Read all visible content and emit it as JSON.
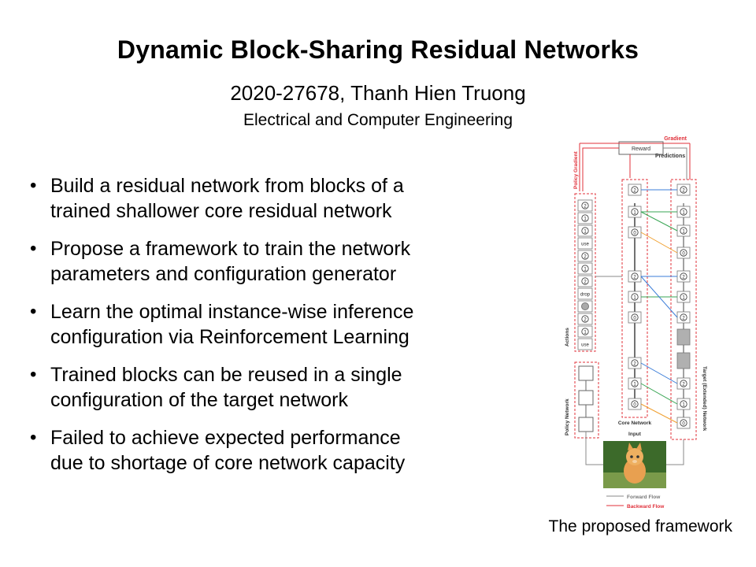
{
  "slide": {
    "title": "Dynamic Block-Sharing Residual Networks",
    "author": "2020-27678, Thanh Hien Truong",
    "department": "Electrical and Computer Engineering",
    "bullets": [
      {
        "line1": "Build a residual network from blocks of a",
        "line2": "trained shallower core residual network"
      },
      {
        "line1": "Propose a framework to train the network",
        "line2": "parameters and configuration generator"
      },
      {
        "line1": "Learn the optimal instance-wise inference",
        "line2": "configuration via Reinforcement Learning"
      },
      {
        "line1": "Trained blocks can be reused in a single",
        "line2": "configuration of the target network"
      },
      {
        "line1": "Failed to achieve expected performance",
        "line2": "due to shortage of core network capacity"
      }
    ],
    "caption": "The proposed framework"
  },
  "figure": {
    "gradient": "Gradient",
    "reward": "Reward",
    "predictions": "Predictions",
    "policy_gradient": "Policy Gradient",
    "actions_label": "Actions",
    "policy_network": "Policy Network",
    "core_network": "Core Network",
    "input": "Input",
    "target_network": "Target (Extended) Network",
    "forward_flow": "Forward Flow",
    "backward_flow": "Backward Flow",
    "action_items": [
      "2",
      "1",
      "1",
      "use",
      "2",
      "1",
      "2",
      "drop",
      "",
      "2",
      "1",
      "use"
    ],
    "core_blocks": [
      "2",
      "1",
      "0",
      "2",
      "1",
      "0",
      "2",
      "1",
      "0"
    ],
    "target_blocks": [
      "2",
      "1",
      "1",
      "0",
      "2",
      "1",
      "2",
      "",
      "",
      "2",
      "1",
      "0"
    ],
    "colors": {
      "gradient": "#e0303a",
      "forward": "#888888",
      "green": "#3aa655",
      "blue": "#3b7dd8",
      "orange": "#f0a030",
      "gray_block": "#b0b0b0",
      "cat_bg": "#3c6a2a"
    }
  }
}
